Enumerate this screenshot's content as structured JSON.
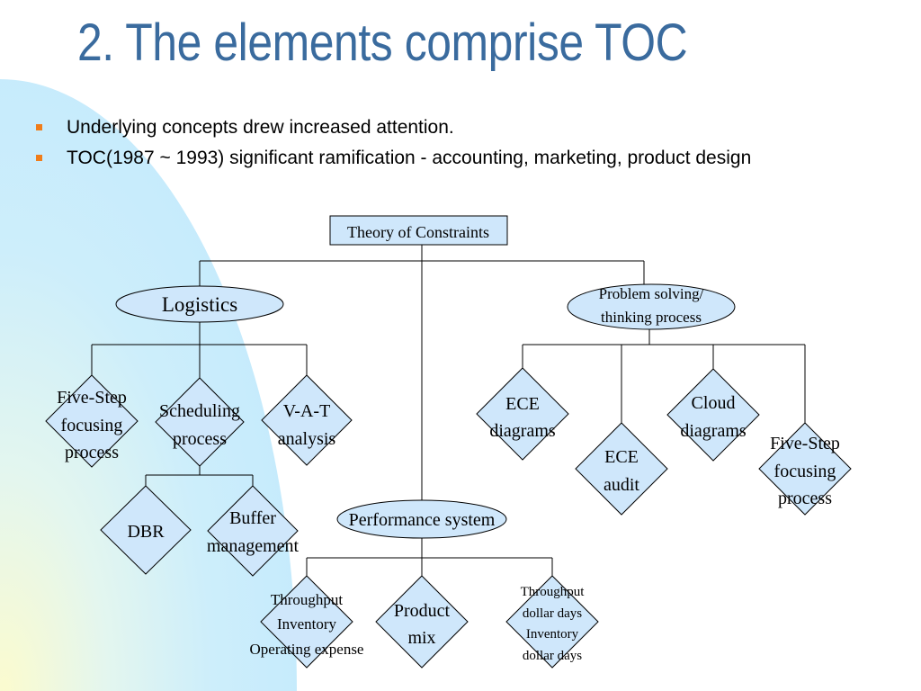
{
  "slide": {
    "title": "2. The elements comprise TOC",
    "bullets": [
      "Underlying concepts drew increased attention.",
      "TOC(1987 ~ 1993) significant ramification - accounting, marketing, product design"
    ],
    "bullet_color": "#f07d1a",
    "title_color": "#3a6b9e"
  },
  "diagram": {
    "shape_fill": "#cfe7fb",
    "root": "Theory of Constraints",
    "logistics": "Logistics",
    "problem_solving": [
      "Problem solving/",
      "thinking process"
    ],
    "five_step_left": [
      "Five-Step",
      "focusing",
      "process"
    ],
    "scheduling": [
      "Scheduling",
      "process"
    ],
    "vat": [
      "V-A-T",
      "analysis"
    ],
    "dbr": "DBR",
    "buffer": [
      "Buffer",
      "management"
    ],
    "performance": "Performance system",
    "throughput_group": [
      "Throughput",
      "Inventory",
      "Operating expense"
    ],
    "product_mix": [
      "Product",
      "mix"
    ],
    "dollar_days": [
      "Throughput",
      "dollar days",
      "Inventory",
      "dollar days"
    ],
    "ece_diagrams": [
      "ECE",
      "diagrams"
    ],
    "ece_audit": [
      "ECE",
      "audit"
    ],
    "cloud": [
      "Cloud",
      "diagrams"
    ],
    "five_step_right": [
      "Five-Step",
      "focusing",
      "process"
    ]
  }
}
